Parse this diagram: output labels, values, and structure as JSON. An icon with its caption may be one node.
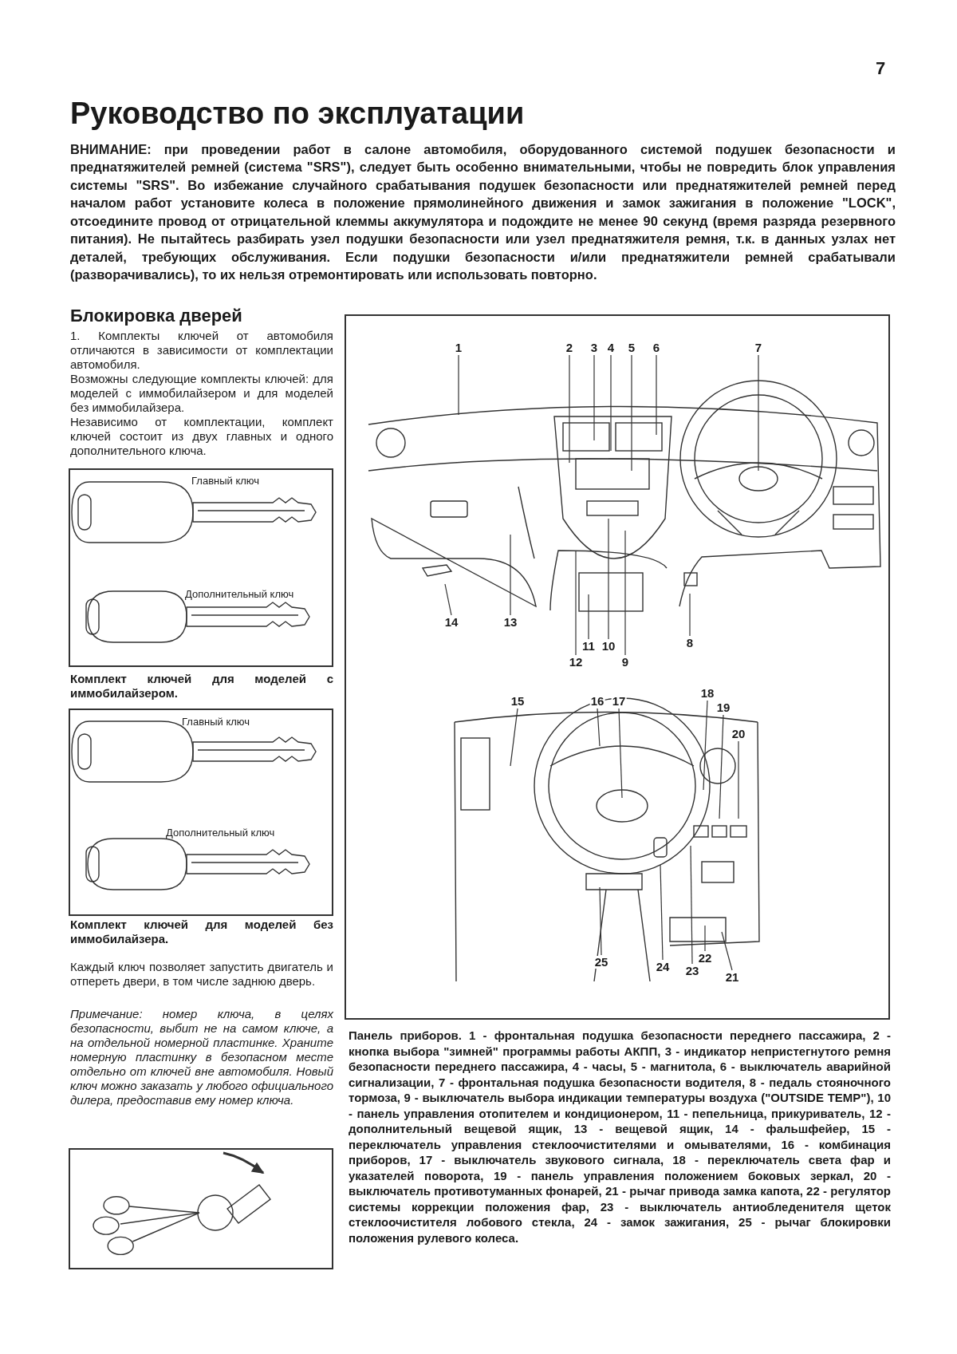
{
  "diagram": {
    "title": "Руководство по эксплуатации",
    "caption": "Панель приборов. 1 - фронтальная подушка безопасности переднего пассажира, 2 - кнопка выбора \"зимней\" программы работы АКПП, 3 - индикатор непристегнутого ремня безопасности переднего пассажира, 4 - часы, 5 - магнитола, 6 - выключатель аварийной сигнализации, 7 - фронтальная подушка безопасности водителя, 8 - педаль стояночного тормоза, 9 - выключатель выбора индикации температуры воздуха (\"OUTSIDE TEMP\"), 10 - панель управления отопителем и кондиционером, 11 - пепельница, прикуриватель, 12 - дополнительный вещевой ящик, 13 - вещевой ящик, 14 - фальшфейер, 15 - переключатель управления стеклоочистителями и омывателями, 16 - комбинация приборов, 17 - выключатель звукового сигнала, 18 - переключатель света фар и указателей поворота, 19 - панель управления положением боковых зеркал, 20 - выключатель противотуманных фонарей, 21 - рычаг привода замка капота, 22 - регулятор системы коррекции положения фар, 23 - выключатель антиобледенителя щеток стеклоочистителя лобового стекла, 24 - замок зажигания, 25 - рычаг блокировки положения рулевого колеса.",
    "nodes": [
      {
        "text": [
          "1"
        ]
      },
      {
        "text": [
          "2"
        ]
      },
      {
        "text": [
          "3"
        ]
      },
      {
        "text": [
          "4"
        ]
      },
      {
        "text": [
          "5"
        ]
      },
      {
        "text": [
          "6"
        ]
      },
      {
        "text": [
          "7"
        ]
      },
      {
        "text": [
          "14"
        ]
      },
      {
        "text": [
          "13"
        ]
      },
      {
        "text": [
          "11"
        ]
      },
      {
        "text": [
          "10"
        ]
      },
      {
        "text": [
          "8"
        ]
      },
      {
        "text": [
          "12"
        ]
      },
      {
        "text": [
          "9"
        ]
      },
      {
        "text": [
          "15"
        ]
      },
      {
        "text": [
          "16"
        ]
      },
      {
        "text": [
          "17"
        ]
      },
      {
        "text": [
          "18"
        ]
      },
      {
        "text": [
          "19"
        ]
      },
      {
        "text": [
          "20"
        ]
      },
      {
        "text": [
          "25"
        ]
      },
      {
        "text": [
          "24"
        ]
      },
      {
        "text": [
          "22"
        ]
      },
      {
        "text": [
          "23"
        ]
      },
      {
        "text": [
          "21"
        ]
      }
    ],
    "edges": [
      {
        "from": 0,
        "to": null,
        "arrow": "none"
      },
      {
        "from": 1,
        "to": null,
        "arrow": "none"
      },
      {
        "from": 2,
        "to": null,
        "arrow": "none"
      },
      {
        "from": 3,
        "to": null,
        "arrow": "none"
      },
      {
        "from": 4,
        "to": null,
        "arrow": "none"
      },
      {
        "from": 5,
        "to": null,
        "arrow": "none"
      },
      {
        "from": 6,
        "to": null,
        "arrow": "none"
      },
      {
        "from": 7,
        "to": null,
        "arrow": "none"
      },
      {
        "from": 8,
        "to": null,
        "arrow": "none"
      },
      {
        "from": 9,
        "to": null,
        "arrow": "none"
      },
      {
        "from": 10,
        "to": null,
        "arrow": "none"
      },
      {
        "from": 11,
        "to": null,
        "arrow": "none"
      },
      {
        "from": 12,
        "to": null,
        "arrow": "none"
      },
      {
        "from": 13,
        "to": null,
        "arrow": "none"
      },
      {
        "from": 14,
        "to": null,
        "arrow": "none"
      },
      {
        "from": 15,
        "to": null,
        "arrow": "none"
      },
      {
        "from": 16,
        "to": null,
        "arrow": "none"
      },
      {
        "from": 17,
        "to": null,
        "arrow": "none"
      },
      {
        "from": 18,
        "to": null,
        "arrow": "none"
      },
      {
        "from": 19,
        "to": null,
        "arrow": "none"
      },
      {
        "from": 20,
        "to": null,
        "arrow": "none"
      },
      {
        "from": 21,
        "to": null,
        "arrow": "none"
      },
      {
        "from": 22,
        "to": null,
        "arrow": "none"
      },
      {
        "from": 23,
        "to": null,
        "arrow": "none"
      },
      {
        "from": 24,
        "to": null,
        "arrow": "none"
      }
    ],
    "labels": [
      "7",
      "ВНИМАНИЕ: при проведении работ в салоне автомобиля, оборудованного системой подушек безопасности и преднатяжителей ремней (система \"SRS\"), следует быть особенно внимательными, чтобы не повредить блок управления системы \"SRS\". Во избежание случайного срабатывания подушек безопасности или преднатяжителей ремней перед началом работ установите колеса в положение прямолинейного движения и замок зажигания в положение \"LOCK\", отсоедините провод от отрицательной клеммы аккумулятора и подождите не менее 90 секунд (время разряда резервного питания). Не пытайтесь разбирать узел подушки безопасности или узел преднатяжителя ремня, т.к. в данных узлах нет деталей, требующих обслуживания. Если подушки безопасности и/или преднатяжители ремней срабатывали (разворачивались), то их нельзя отремонтировать или использовать повторно.",
      "Блокировка дверей",
      "1. Комплекты ключей от автомобиля отличаются в зависимости от комплектации автомобиля.",
      "Возможны следующие комплекты ключей: для моделей с иммобилайзером и для моделей без иммобилайзера.",
      "Независимо от комплектации, комплект ключей состоит из двух главных и одного дополнительного ключа.",
      "Главный ключ",
      "Дополнительный ключ",
      "Комплект ключей для моделей с иммобилайзером.",
      "Главный ключ",
      "Дополнительный ключ",
      "Комплект ключей для моделей без иммобилайзера.",
      "Каждый ключ позволяет запустить двигатель и отпереть двери, в том числе заднюю дверь.",
      "Примечание: номер ключа, в целях безопасности, выбит не на самом ключе, а на отдельной номерной пластинке. Храните номерную пластинку в безопасном месте отдельно от ключей вне автомобиля. Новый ключ можно заказать у любого официального дилера, предоставив ему номер ключа."
    ]
  }
}
